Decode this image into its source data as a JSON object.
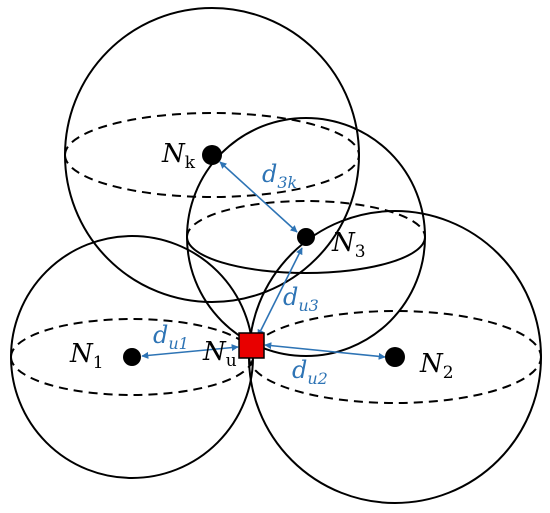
{
  "colors": {
    "stroke": "#000000",
    "link": "#2e74b5",
    "target_node": "#e80000"
  },
  "labels": {
    "nk": {
      "base": "N",
      "sub": "k"
    },
    "n3": {
      "base": "N",
      "sub": "3"
    },
    "n1": {
      "base": "N",
      "sub": "1"
    },
    "n2": {
      "base": "N",
      "sub": "2"
    },
    "nu": {
      "base": "N",
      "sub": "u"
    }
  },
  "distances": {
    "d3k": {
      "base": "d",
      "sub": "3k"
    },
    "du3": {
      "base": "d",
      "sub": "u3"
    },
    "du1": {
      "base": "d",
      "sub": "u1"
    },
    "du2": {
      "base": "d",
      "sub": "u2"
    }
  }
}
